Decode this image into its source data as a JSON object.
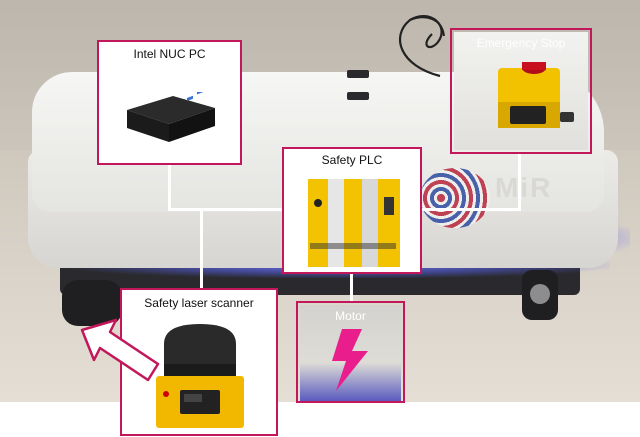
{
  "annotations": {
    "nuc": {
      "label": "Intel NUC PC",
      "icon": "mini-pc-icon"
    },
    "estop": {
      "label": "Emergency Stop",
      "icon": "emergency-stop-button-icon"
    },
    "plc": {
      "label": "Safety PLC",
      "icon": "plc-module-icon"
    },
    "scanner": {
      "label": "Safety laser scanner",
      "icon": "laser-scanner-icon"
    },
    "motor": {
      "label": "Motor",
      "icon": "lightning-bolt-icon"
    }
  },
  "colors": {
    "box_border": "#c2185b",
    "bolt": "#e91e8c",
    "connector": "#ffffff",
    "glow": "#6a78ff"
  }
}
